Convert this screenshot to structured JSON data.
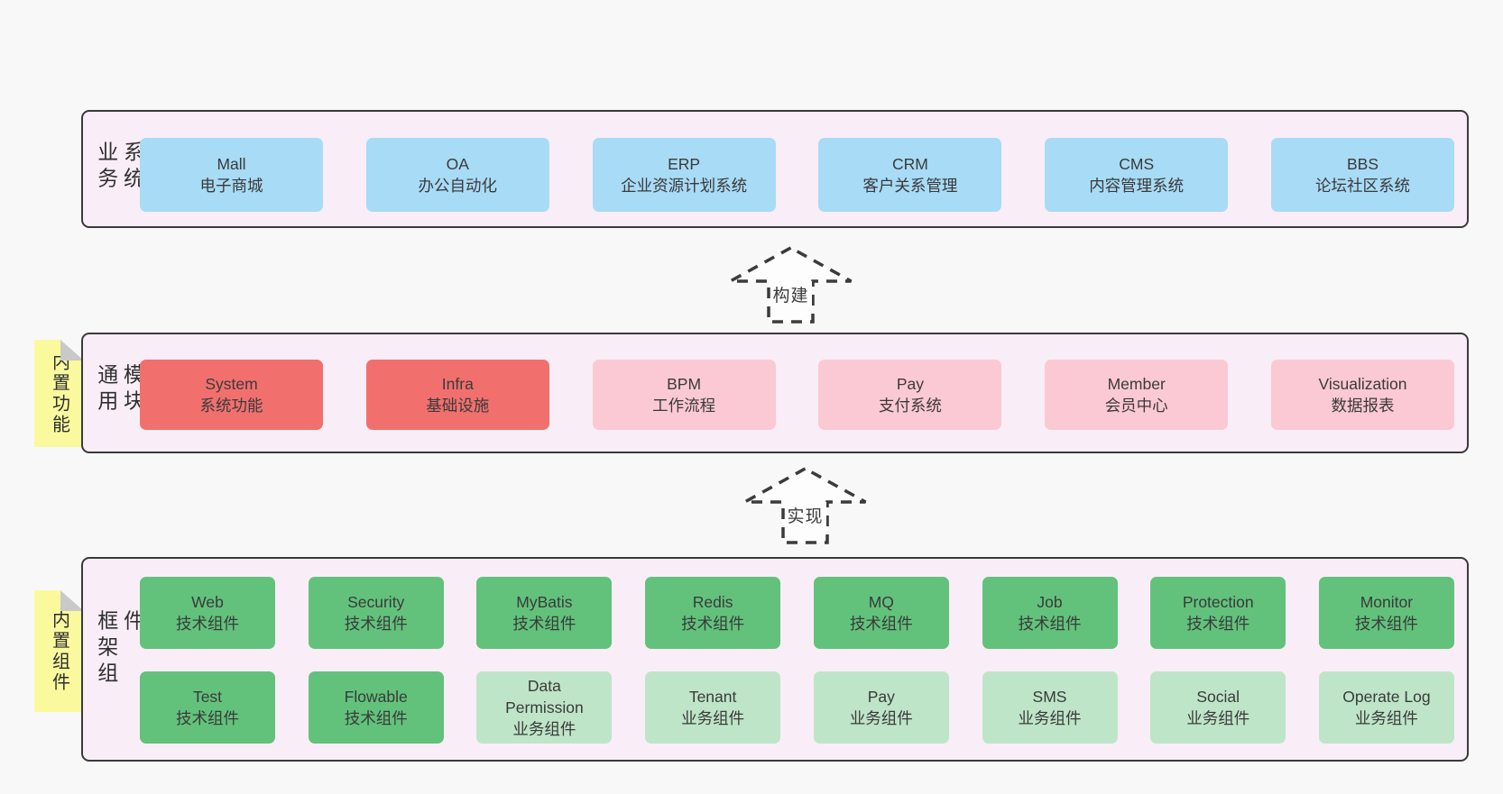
{
  "colors": {
    "page-bg": "#f8f8f8",
    "layer-bg": "#f9edf7",
    "layer-border": "#3a3a3a",
    "text": "#3a3a3a",
    "blue": "#a8dbf5",
    "red": "#f1706e",
    "pink": "#fbc9d3",
    "green": "#62c27c",
    "green-light": "#bee5c8",
    "note-bg": "#fbf99e",
    "note-fold": "#c9c9c9",
    "arrow-stroke": "#3b3b3b",
    "arrow-fill": "#fdfdfd"
  },
  "arrows": [
    {
      "label": "构建"
    },
    {
      "label": "实现"
    }
  ],
  "layers": [
    {
      "id": "business-systems",
      "side_label": "业务系统",
      "boxes": [
        {
          "title": "Mall",
          "subtitle": "电子商城"
        },
        {
          "title": "OA",
          "subtitle": "办公自动化"
        },
        {
          "title": "ERP",
          "subtitle": "企业资源计划系统"
        },
        {
          "title": "CRM",
          "subtitle": "客户关系管理"
        },
        {
          "title": "CMS",
          "subtitle": "内容管理系统"
        },
        {
          "title": "BBS",
          "subtitle": "论坛社区系统"
        }
      ]
    },
    {
      "id": "common-modules",
      "side_label": "通用模块",
      "note": "内置功能",
      "boxes": [
        {
          "title": "System",
          "subtitle": "系统功能"
        },
        {
          "title": "Infra",
          "subtitle": "基础设施"
        },
        {
          "title": "BPM",
          "subtitle": "工作流程"
        },
        {
          "title": "Pay",
          "subtitle": "支付系统"
        },
        {
          "title": "Member",
          "subtitle": "会员中心"
        },
        {
          "title": "Visualization",
          "subtitle": "数据报表"
        }
      ]
    },
    {
      "id": "framework-components",
      "side_label": "框架组件",
      "note": "内置组件",
      "rows": [
        [
          {
            "title": "Web",
            "subtitle": "技术组件"
          },
          {
            "title": "Security",
            "subtitle": "技术组件"
          },
          {
            "title": "MyBatis",
            "subtitle": "技术组件"
          },
          {
            "title": "Redis",
            "subtitle": "技术组件"
          },
          {
            "title": "MQ",
            "subtitle": "技术组件"
          },
          {
            "title": "Job",
            "subtitle": "技术组件"
          },
          {
            "title": "Protection",
            "subtitle": "技术组件"
          },
          {
            "title": "Monitor",
            "subtitle": "技术组件"
          }
        ],
        [
          {
            "title": "Test",
            "subtitle": "技术组件"
          },
          {
            "title": "Flowable",
            "subtitle": "技术组件"
          },
          {
            "title": "Data\nPermission",
            "subtitle": "业务组件"
          },
          {
            "title": "Tenant",
            "subtitle": "业务组件"
          },
          {
            "title": "Pay",
            "subtitle": "业务组件"
          },
          {
            "title": "SMS",
            "subtitle": "业务组件"
          },
          {
            "title": "Social",
            "subtitle": "业务组件"
          },
          {
            "title": "Operate Log",
            "subtitle": "业务组件"
          }
        ]
      ]
    }
  ]
}
